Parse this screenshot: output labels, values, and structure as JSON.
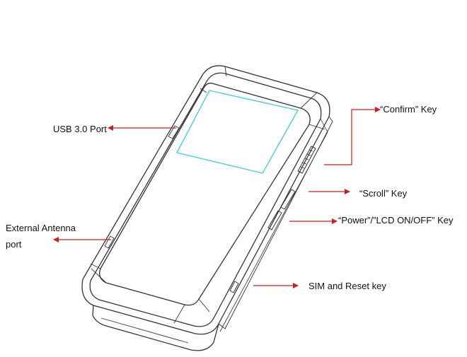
{
  "labels": {
    "usb_port": "USB 3.0 Port",
    "external_antenna_line1": "External Antenna",
    "external_antenna_line2": "port",
    "confirm_key": "“Confirm” Key",
    "scroll_key": "“Scroll” Key",
    "power_key": "“Power”/”LCD ON/OFF” Key",
    "sim_reset_key": "SIM and Reset key"
  },
  "colors": {
    "callout_arrow": "#cc1f1f",
    "device_outline": "#333333",
    "screen_outline": "#3fd0dc"
  }
}
